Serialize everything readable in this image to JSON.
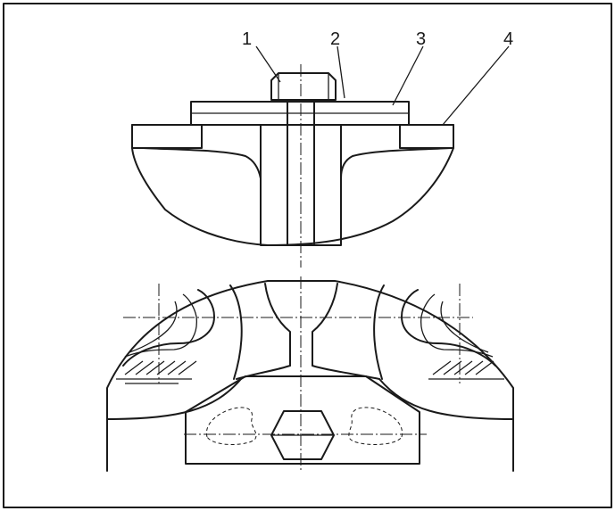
{
  "callouts": [
    {
      "id": "1",
      "text": "1"
    },
    {
      "id": "2",
      "text": "2"
    },
    {
      "id": "3",
      "text": "3"
    },
    {
      "id": "4",
      "text": "4"
    }
  ],
  "colors": {
    "ink": "#1a1a1a",
    "paper": "#ffffff"
  }
}
